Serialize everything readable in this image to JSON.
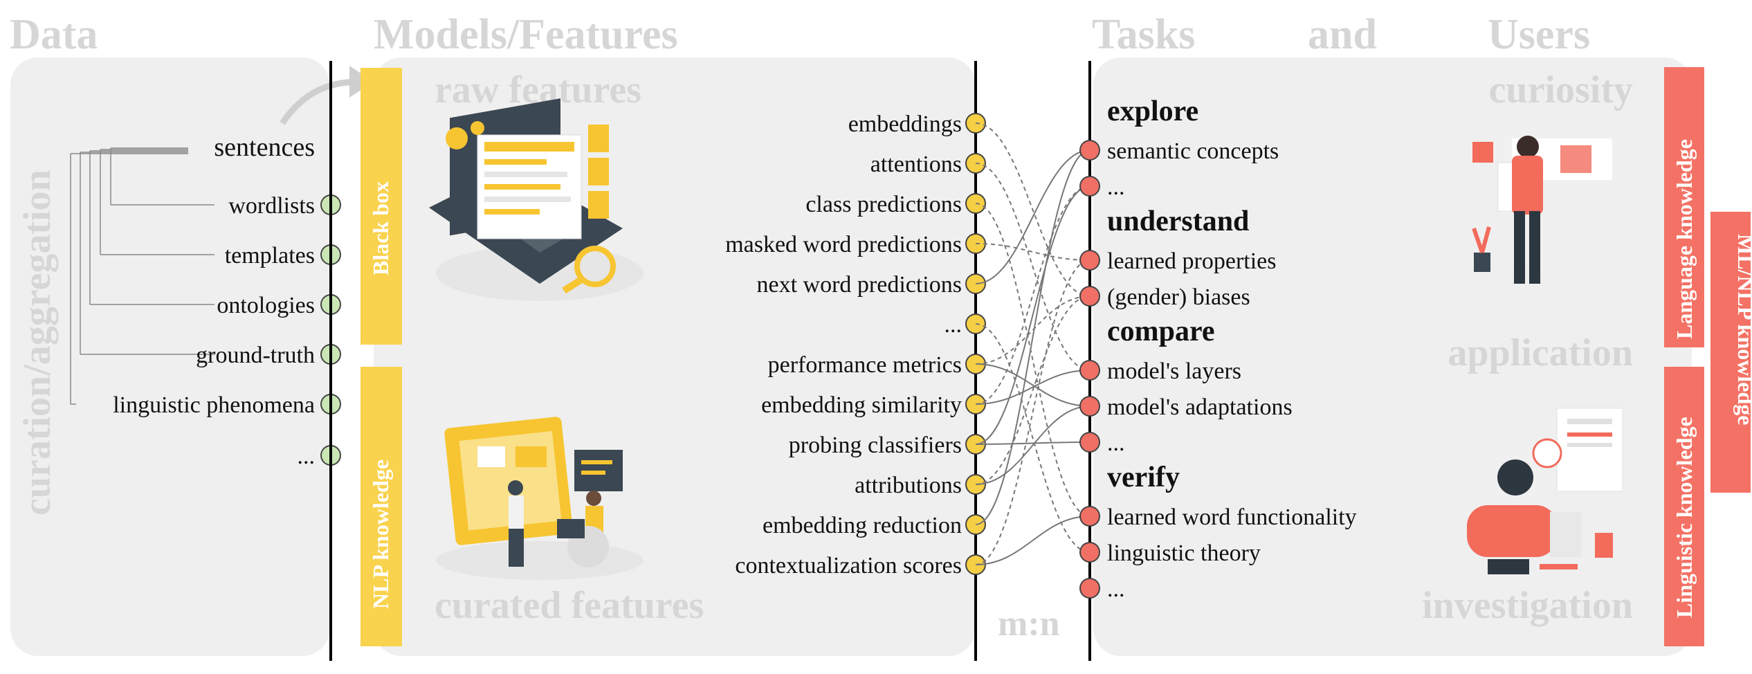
{
  "headings": {
    "data": "Data",
    "models": "Models/Features",
    "tasks": "Tasks",
    "and": "and",
    "users": "Users"
  },
  "data_panel": {
    "side_label": "curation/aggregation",
    "root": "sentences",
    "items": [
      "wordlists",
      "templates",
      "ontologies",
      "ground-truth",
      "linguistic phenomena",
      "..."
    ]
  },
  "models_panel": {
    "raw_label": "raw features",
    "curated_label": "curated features",
    "black_box": "Black box",
    "nlp_knowledge": "NLP knowledge",
    "features": [
      "embeddings",
      "attentions",
      "class predictions",
      "masked word predictions",
      "next word predictions",
      "...",
      "performance metrics",
      "embedding similarity",
      "probing classifiers",
      "attributions",
      "embedding reduction",
      "contextualization scores"
    ]
  },
  "mapping_label": "m:n",
  "tasks_panel": {
    "groups": [
      {
        "title": "explore",
        "items": [
          "semantic concepts",
          "..."
        ]
      },
      {
        "title": "understand",
        "items": [
          "learned properties",
          "(gender) biases"
        ]
      },
      {
        "title": "compare",
        "items": [
          "model's layers",
          "model's adaptations",
          "..."
        ]
      },
      {
        "title": "verify",
        "items": [
          "learned word functionality",
          "linguistic theory",
          "..."
        ]
      }
    ]
  },
  "users_panel": {
    "curiosity": "curiosity",
    "application": "application",
    "investigation": "investigation",
    "language_knowledge": "Language knowledge",
    "linguistic_knowledge": "Linguistic knowledge",
    "ml_nlp_knowledge": "ML/NLP knowledge"
  },
  "colors": {
    "panel": "#efefef",
    "faded_text": "#d6d6d6",
    "data_dot": "#c9e6b4",
    "feature_dot": "#f7cf45",
    "task_dot": "#f07065",
    "bar_yellow": "#f9d24e",
    "bar_red": "#f37265",
    "illustration_yellow": "#f7c531",
    "illustration_red": "#f26b5b",
    "illustration_dark": "#3b4752"
  }
}
